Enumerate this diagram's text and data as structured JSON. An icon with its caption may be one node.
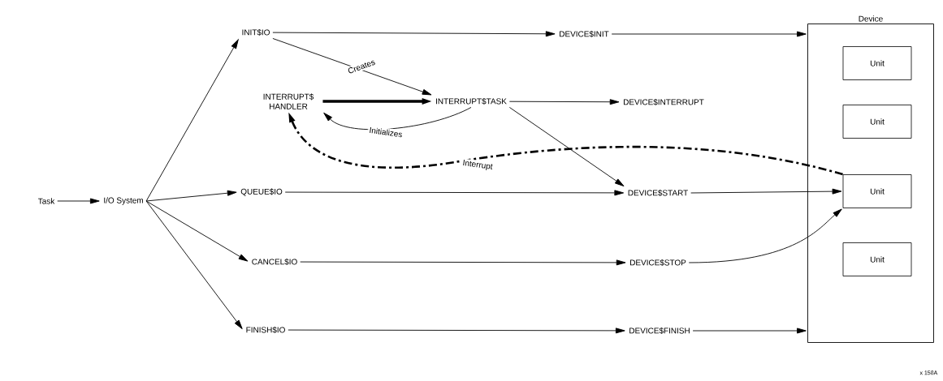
{
  "diagram": {
    "nodes": [
      {
        "text": [
          "Task"
        ]
      },
      {
        "text": [
          "I/O System"
        ]
      },
      {
        "text": [
          "INIT$IO"
        ]
      },
      {
        "text": [
          "INTERRUPT$ HANDLER"
        ]
      },
      {
        "text": [
          "INTERRUPT$TASK"
        ]
      },
      {
        "text": [
          "QUEUE$IO"
        ]
      },
      {
        "text": [
          "CANCEL$IO"
        ]
      },
      {
        "text": [
          "FINISH$IO"
        ]
      },
      {
        "text": [
          "DEVICE$INIT"
        ]
      },
      {
        "text": [
          "DEVICE$INTERRUPT"
        ]
      },
      {
        "text": [
          "DEVICE$START"
        ]
      },
      {
        "text": [
          "DEVICE$STOP"
        ]
      },
      {
        "text": [
          "DEVICE$FINISH"
        ]
      },
      {
        "text": [
          "Device"
        ]
      },
      {
        "text": [
          "Unit"
        ],
        "in": 13
      },
      {
        "text": [
          "Unit"
        ],
        "in": 13
      },
      {
        "text": [
          "Unit"
        ],
        "in": 13
      },
      {
        "text": [
          "Unit"
        ],
        "in": 13
      }
    ],
    "edges": [
      {
        "from": 0,
        "to": 1,
        "arrow": "to"
      },
      {
        "from": 1,
        "to": 2,
        "arrow": "to"
      },
      {
        "from": 1,
        "to": 5,
        "arrow": "to"
      },
      {
        "from": 1,
        "to": 6,
        "arrow": "to"
      },
      {
        "from": 1,
        "to": 7,
        "arrow": "to"
      },
      {
        "from": 2,
        "to": 8,
        "arrow": "to"
      },
      {
        "from": 8,
        "to": 13,
        "arrow": "to"
      },
      {
        "from": 2,
        "to": 4,
        "arrow": "to",
        "label": "Creates"
      },
      {
        "from": 3,
        "to": 4,
        "arrow": "to",
        "style": "thick"
      },
      {
        "from": 4,
        "to": 3,
        "arrow": "to",
        "label": "Initializes"
      },
      {
        "from": 4,
        "to": 9,
        "arrow": "to"
      },
      {
        "from": 4,
        "to": 10,
        "arrow": "to"
      },
      {
        "from": 16,
        "to": 3,
        "arrow": "to",
        "label": "Interrupt",
        "style": "dashed"
      },
      {
        "from": 5,
        "to": 10,
        "arrow": "to"
      },
      {
        "from": 10,
        "to": 16,
        "arrow": "to"
      },
      {
        "from": 6,
        "to": 11,
        "arrow": "to"
      },
      {
        "from": 11,
        "to": 16,
        "arrow": "to"
      },
      {
        "from": 7,
        "to": 12,
        "arrow": "to"
      },
      {
        "from": 12,
        "to": 13,
        "arrow": "to"
      }
    ],
    "labels": [
      "x 158A"
    ]
  }
}
